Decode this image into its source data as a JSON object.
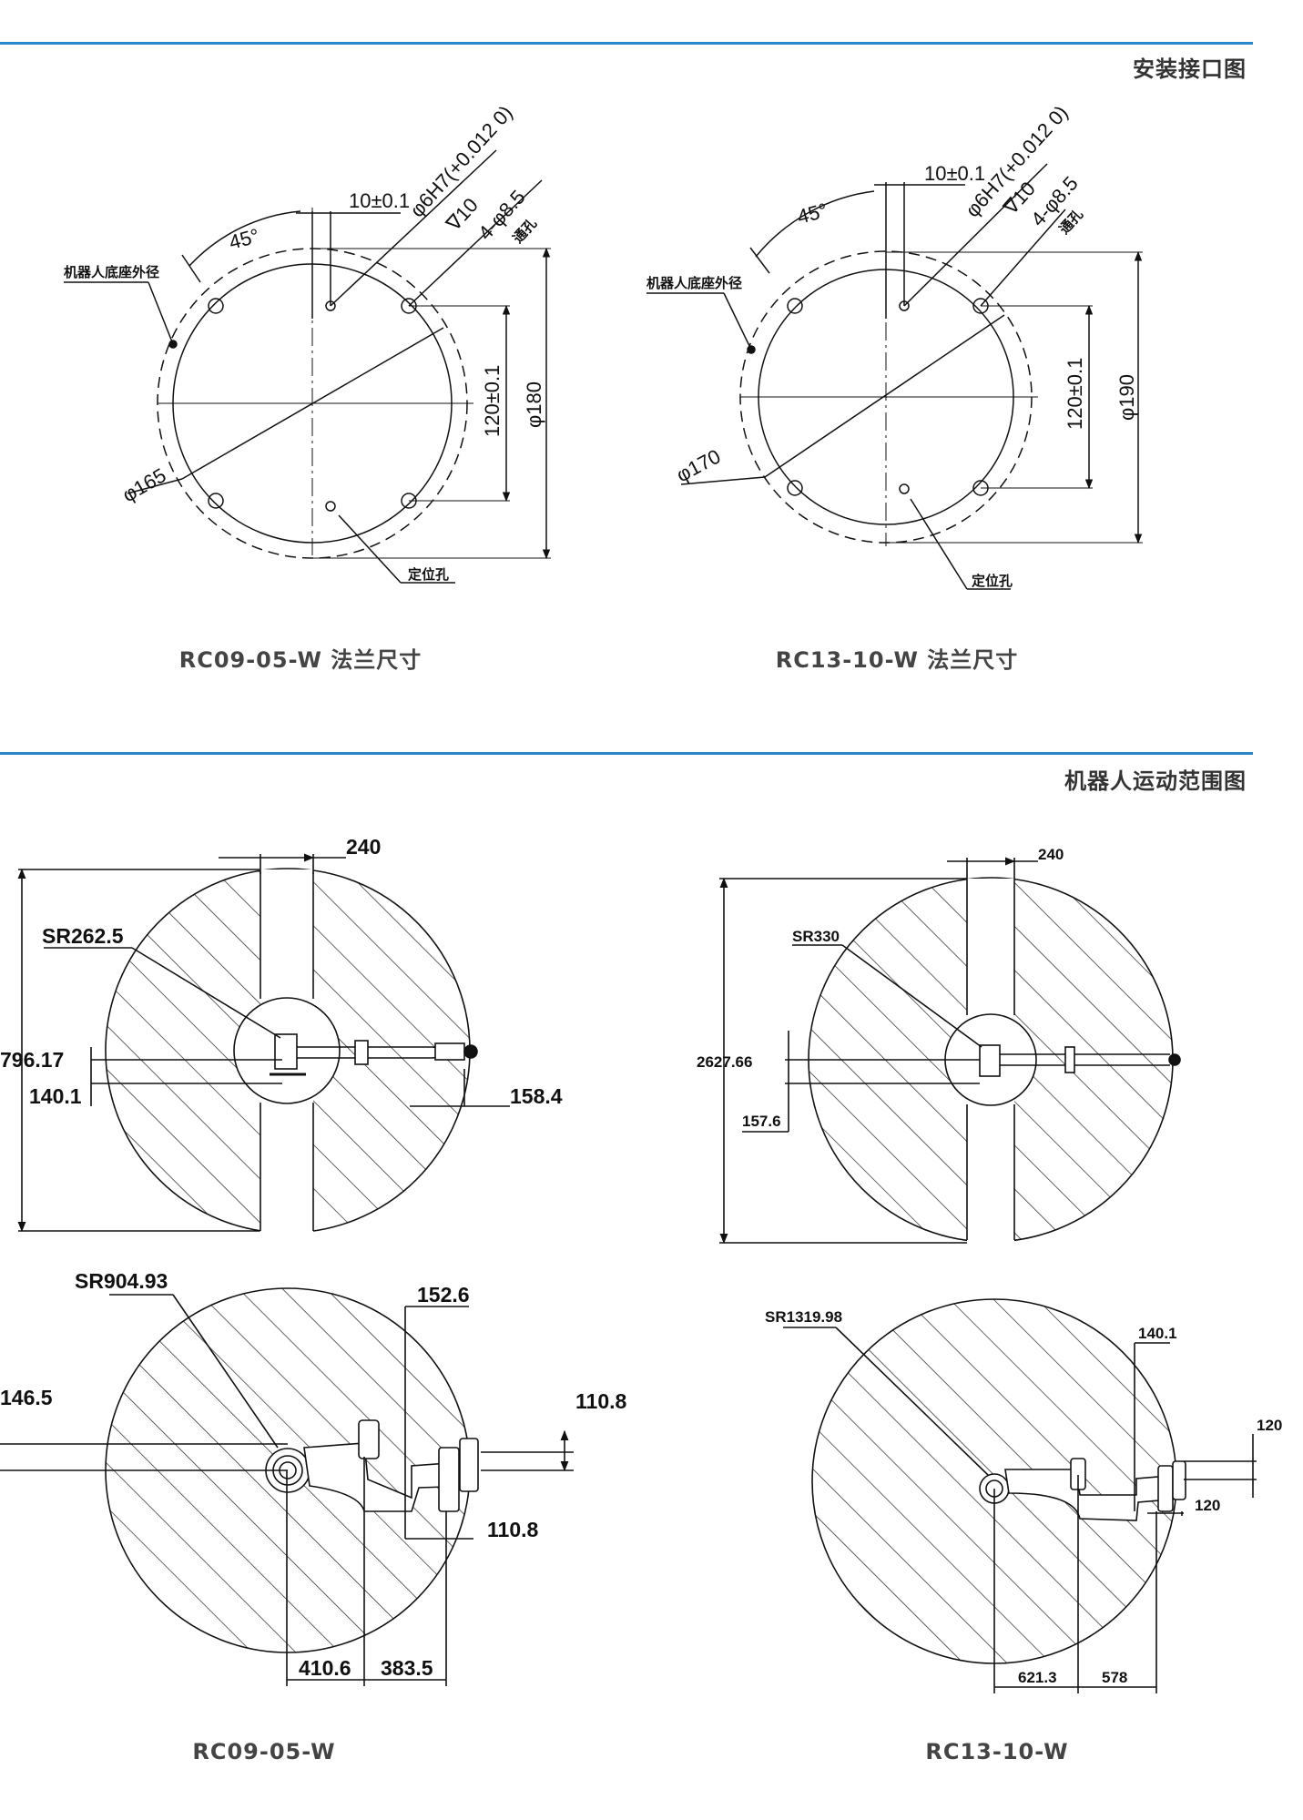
{
  "sections": {
    "mounting_title": "安装接口图",
    "range_title": "机器人运动范围图"
  },
  "colors": {
    "accent_rule": "#2a86c8",
    "line": "#111111"
  },
  "flange1": {
    "caption": "RC09-05-W 法兰尺寸",
    "angle": "45°",
    "offset": "10±0.1",
    "pin_hole": "φ6H7(+0.012 0)",
    "depth": "∇10",
    "holes": "4-φ8.5",
    "through": "通孔",
    "base_od": "机器人底座外径",
    "pcd": "φ165",
    "spacing": "120±0.1",
    "outer": "φ180",
    "locating": "定位孔"
  },
  "flange2": {
    "caption": "RC13-10-W 法兰尺寸",
    "angle": "45°",
    "offset": "10±0.1",
    "pin_hole": "φ6H7(+0.012 0)",
    "depth": "∇10",
    "holes": "4-φ8.5",
    "through": "通孔",
    "base_od": "机器人底座外径",
    "pcd": "φ170",
    "spacing": "120±0.1",
    "outer": "φ190",
    "locating": "定位孔"
  },
  "range1": {
    "caption": "RC09-05-W",
    "top_width": "240",
    "inner_radius": "SR262.5",
    "height": "796.17",
    "offset": "140.1",
    "tool": "158.4",
    "outer_radius": "SR904.93",
    "d1": "152.6",
    "d2": "146.5",
    "d3": "110.8",
    "d4": "110.8",
    "arm1": "410.6",
    "arm2": "383.5"
  },
  "range2": {
    "caption": "RC13-10-W",
    "top_width": "240",
    "inner_radius": "SR330",
    "height": "2627.66",
    "offset": "157.6",
    "outer_radius": "SR1319.98",
    "d1": "140.1",
    "d2": "120",
    "d3": "120",
    "arm1": "621.3",
    "arm2": "578"
  }
}
